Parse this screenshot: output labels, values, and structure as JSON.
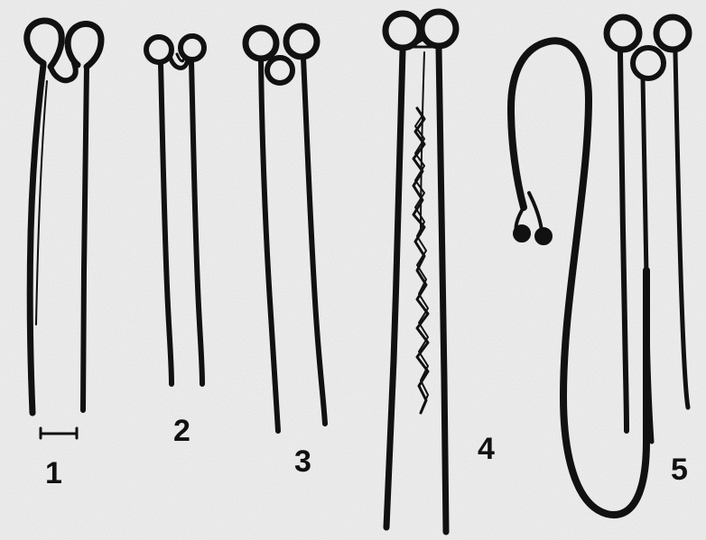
{
  "figure": {
    "panels": [
      {
        "label": "1",
        "scale_bar": true
      },
      {
        "label": "2"
      },
      {
        "label": "3"
      },
      {
        "label": "4"
      },
      {
        "label": "5"
      }
    ]
  },
  "colors": {
    "background": "#f3f3f3",
    "ink": "#111111"
  }
}
